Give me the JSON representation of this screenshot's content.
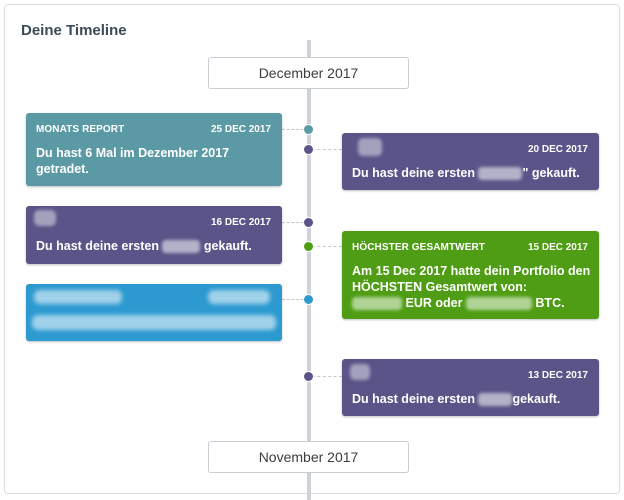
{
  "panel": {
    "title": "Deine Timeline"
  },
  "months": [
    {
      "label": "December 2017"
    },
    {
      "label": "November 2017"
    }
  ],
  "cards": {
    "monats_report": {
      "type": "MONATS REPORT",
      "date": "25 DEC 2017",
      "message": "Du hast 6 Mal im Dezember 2017 getradet."
    },
    "purchase_20dec": {
      "date": "20 DEC 2017",
      "msg_pre": "Du hast deine ersten",
      "msg_post": "\" gekauft."
    },
    "purchase_16dec": {
      "date": "16 DEC 2017",
      "msg_pre": "Du hast deine ersten",
      "msg_post": "gekauft."
    },
    "hoechster": {
      "type": "HÖCHSTER GESAMTWERT",
      "date": "15 DEC 2017",
      "line1": "Am 15 Dec 2017 hatte dein Portfolio den",
      "line2": "HÖCHSTEN Gesamtwert von:",
      "eur": "EUR oder",
      "btc": "BTC."
    },
    "purchase_13dec": {
      "date": "13 DEC 2017",
      "msg_pre": "Du hast deine ersten",
      "msg_post": "gekauft."
    }
  },
  "colors": {
    "teal": "#5b9aa4",
    "purple": "#5a5488",
    "green": "#4f9d14",
    "blue": "#2c9ad0",
    "axis": "#cfd3d8"
  }
}
